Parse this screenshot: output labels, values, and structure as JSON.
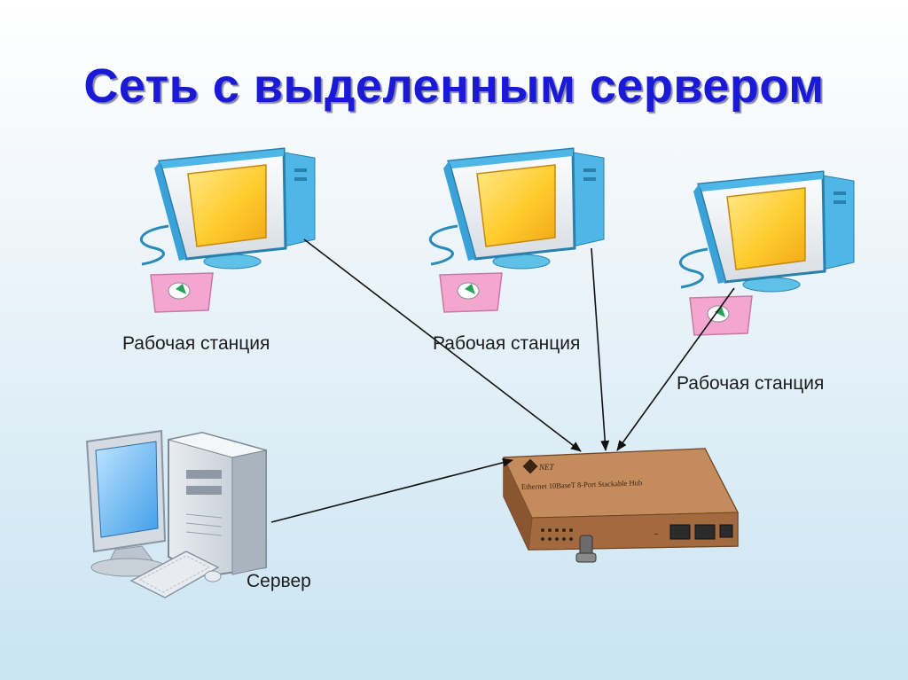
{
  "slide": {
    "title": "Сеть с выделенным сервером"
  },
  "nodes": {
    "workstation_1": {
      "label": "Рабочая станция"
    },
    "workstation_2": {
      "label": "Рабочая станция"
    },
    "workstation_3": {
      "label": "Рабочая станция"
    },
    "server": {
      "label": "Сервер"
    },
    "hub": {
      "brand": "NET",
      "model_text": "Ethernet 10BaseT 8-Port Stackable Hub"
    }
  },
  "colors": {
    "title": "#1a1ad6",
    "monitor_frame": "#4fb6e8",
    "monitor_screen": "#ffcc33",
    "mousepad": "#f3a6cf",
    "hub_body": "#b57a4e"
  }
}
